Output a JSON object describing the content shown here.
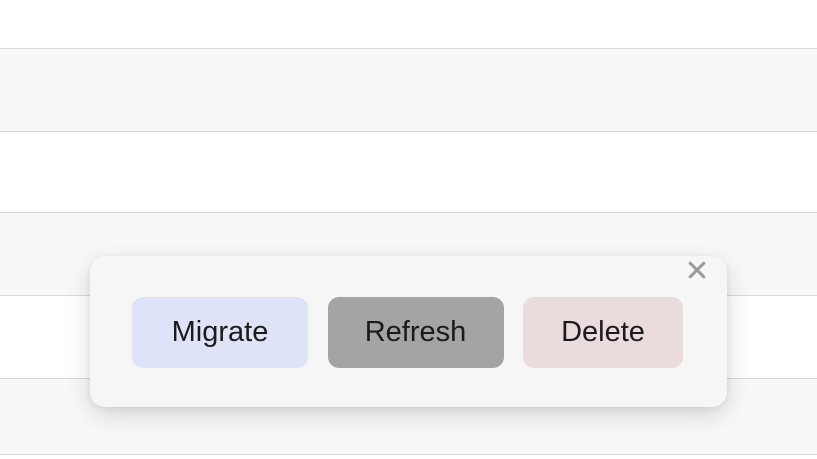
{
  "background": {
    "stripe_white": "#ffffff",
    "stripe_gray": "#f8f8f8",
    "divider_color": "#d8d8d8"
  },
  "dialog": {
    "background": "#f6f6f6",
    "close_icon": {
      "name": "close-icon",
      "glyph": "✕",
      "color": "#9a9a9a"
    },
    "buttons": [
      {
        "id": "migrate",
        "label": "Migrate",
        "color": "#dfe3f8",
        "text_color": "#1b1b1b"
      },
      {
        "id": "refresh",
        "label": "Refresh",
        "color": "#a5a3a3",
        "text_color": "#1b1b1b"
      },
      {
        "id": "delete",
        "label": "Delete",
        "color": "#eadcdc",
        "text_color": "#1b1b1b"
      }
    ]
  }
}
